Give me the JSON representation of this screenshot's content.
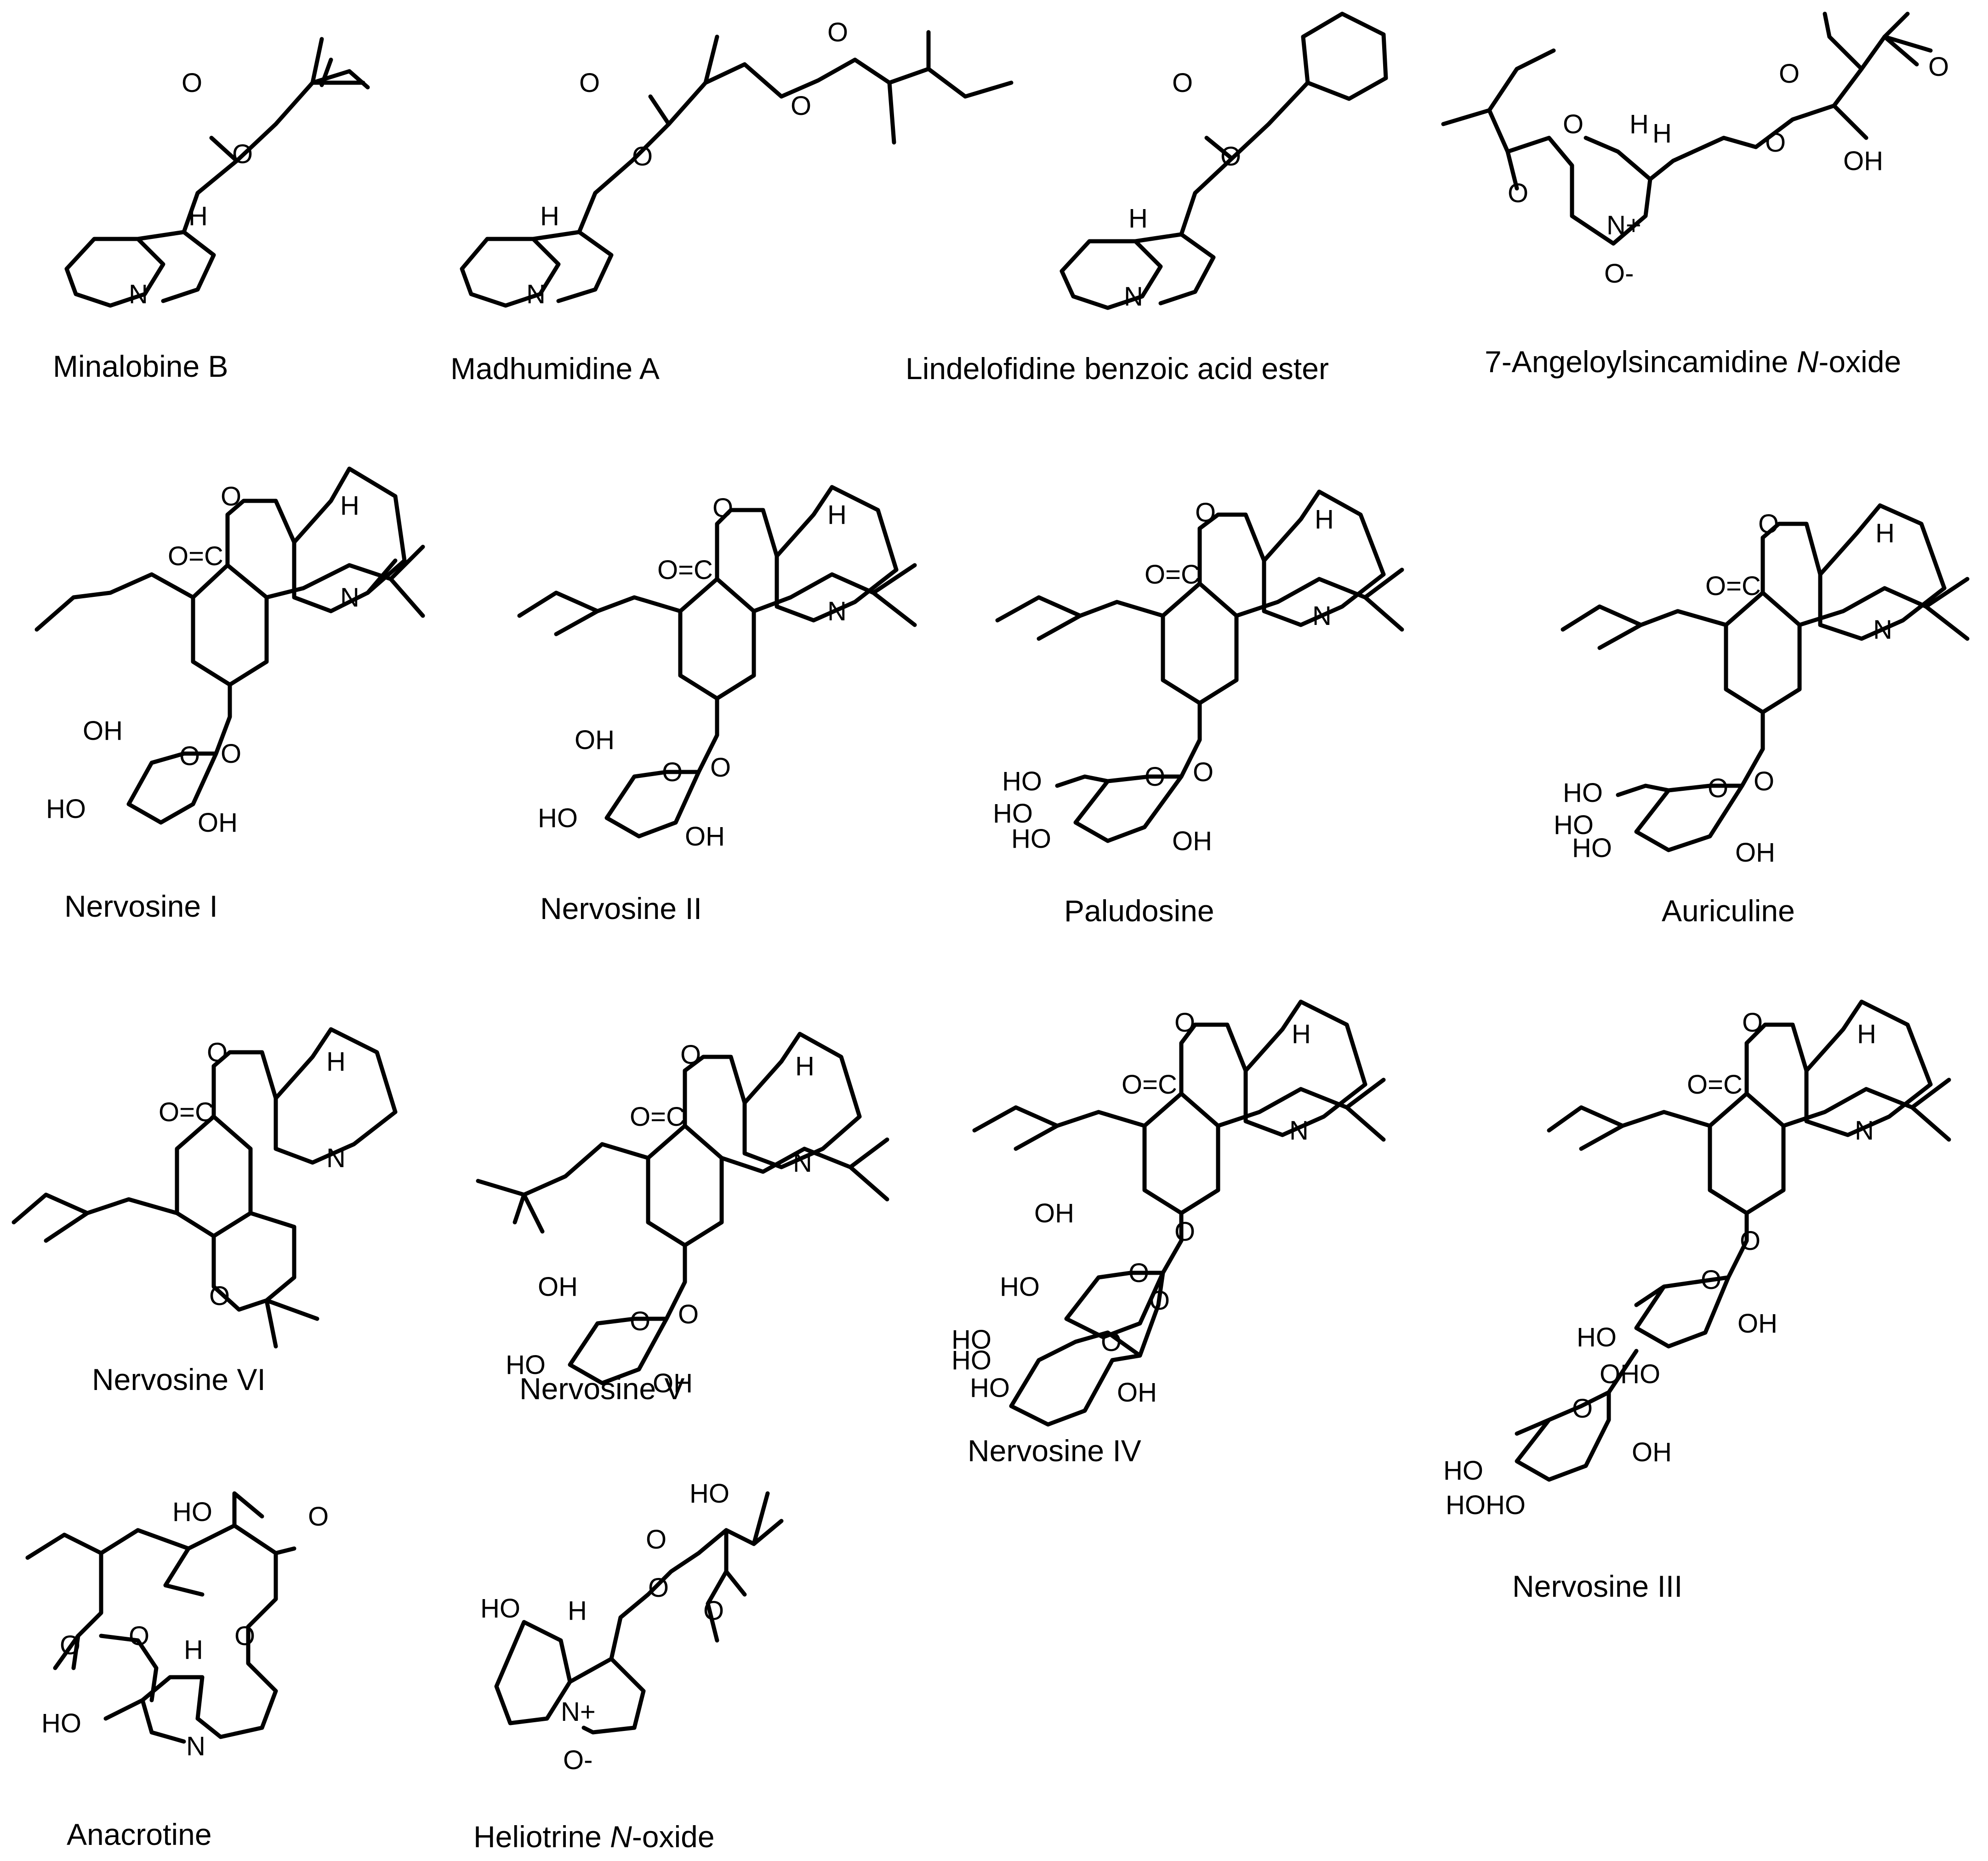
{
  "atoms": {
    "O": "O",
    "N": "N",
    "H": "H",
    "OH": "OH",
    "HO": "HO",
    "O_eq_C": "O=C",
    "N_plus": "N+",
    "O_minus": "O-",
    "OHO": "OHO",
    "HOHO": "HOHO"
  },
  "compounds": [
    {
      "name": "Minalobine B"
    },
    {
      "name": "Madhumidine A"
    },
    {
      "name": "Lindelofidine benzoic acid ester"
    },
    {
      "name_prefix": "7-Angeloylsincamidine ",
      "name_italic": "N",
      "name_suffix": "-oxide"
    },
    {
      "name": "Nervosine I"
    },
    {
      "name": "Nervosine II"
    },
    {
      "name": "Paludosine"
    },
    {
      "name": "Auriculine"
    },
    {
      "name": "Nervosine VI"
    },
    {
      "name": "Nervosine V"
    },
    {
      "name": "Nervosine IV"
    },
    {
      "name": "Nervosine III"
    },
    {
      "name": "Anacrotine"
    },
    {
      "name_prefix": "Heliotrine ",
      "name_italic": "N",
      "name_suffix": "-oxide"
    }
  ]
}
